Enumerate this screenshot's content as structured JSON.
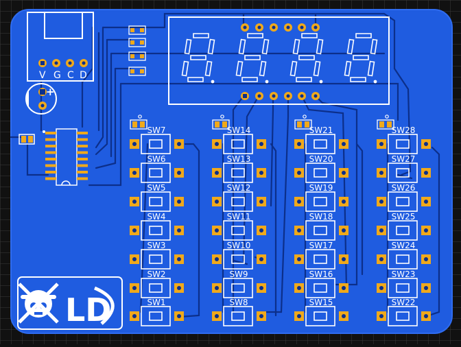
{
  "colors": {
    "background": "#141414",
    "grid": "#3a3a3a",
    "board": "#1f5ce0",
    "board_edge": "#2f6cf0",
    "trace": "#0c2f8a",
    "copper": "#f0a91b",
    "silk": "#ffffff",
    "segment_off": "#1f5ce0",
    "seg_outline": "#ffffff"
  },
  "connector": {
    "pins": [
      "V",
      "G",
      "C",
      "D"
    ]
  },
  "capacitor": {
    "polarity": "+"
  },
  "display": {
    "digits": 4
  },
  "switches": {
    "columns": [
      [
        "SW7",
        "SW6",
        "SW5",
        "SW4",
        "SW3",
        "SW2",
        "SW1"
      ],
      [
        "SW14",
        "SW13",
        "SW12",
        "SW11",
        "SW10",
        "SW9",
        "SW8"
      ],
      [
        "SW21",
        "SW20",
        "SW19",
        "SW18",
        "SW17",
        "SW16",
        "SW15"
      ],
      [
        "SW28",
        "SW27",
        "SW26",
        "SW25",
        "SW24",
        "SW23",
        "SW22"
      ]
    ]
  },
  "logo": {
    "letters": "LD"
  }
}
